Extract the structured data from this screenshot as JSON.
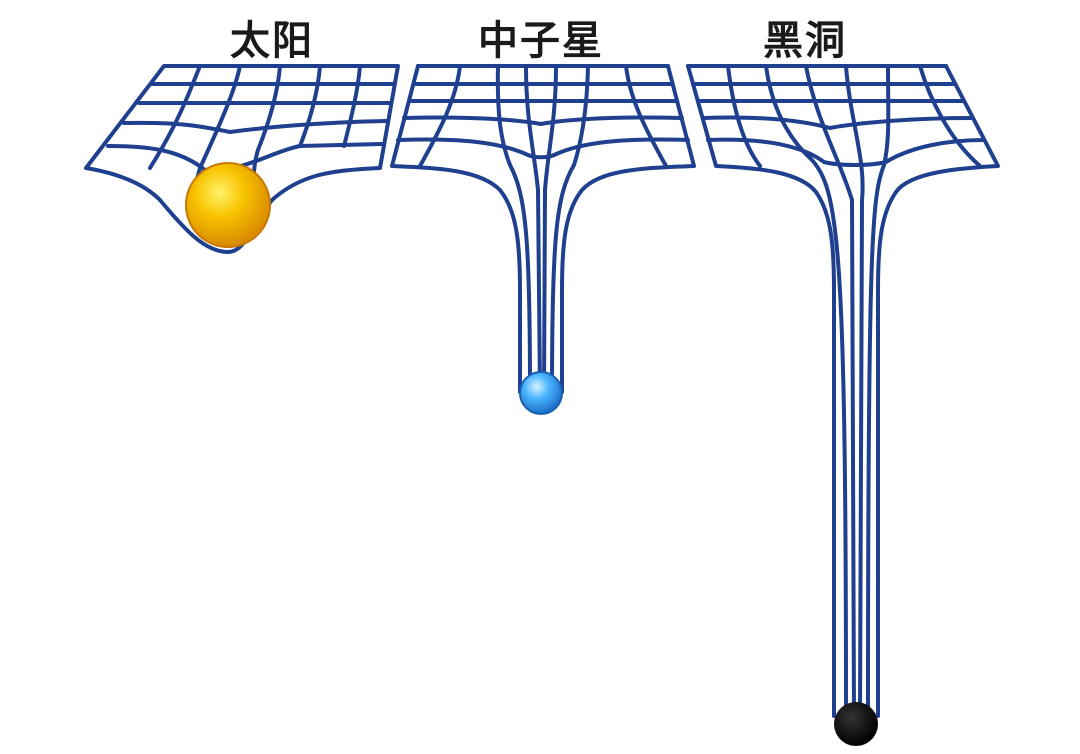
{
  "labels": {
    "sun": "太阳",
    "neutron_star": "中子星",
    "black_hole": "黑洞"
  },
  "colors": {
    "grid_line": "#1f3f8f",
    "background": "#ffffff",
    "sun_body": "#f2a800",
    "neutron_star_body": "#2e9bf0",
    "black_hole_body": "#000000"
  },
  "objects": [
    {
      "id": "sun",
      "depth": "shallow"
    },
    {
      "id": "neutron_star",
      "depth": "deep"
    },
    {
      "id": "black_hole",
      "depth": "very-deep"
    }
  ]
}
